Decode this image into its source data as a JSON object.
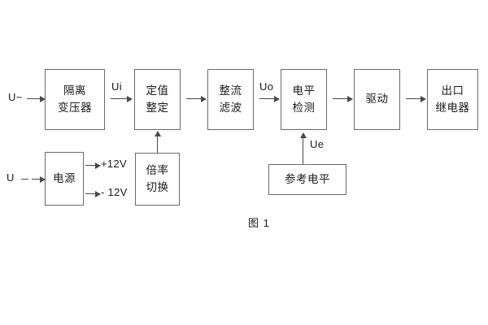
{
  "figure": {
    "caption": "图 1",
    "blocks": {
      "isolation_transformer": {
        "line1": "隔离",
        "line2": "变压器"
      },
      "setpoint_setting": {
        "line1": "定值",
        "line2": "整定"
      },
      "rectify_filter": {
        "line1": "整流",
        "line2": "滤波"
      },
      "level_detection": {
        "line1": "电平",
        "line2": "检测"
      },
      "drive": {
        "line1": "驱动"
      },
      "output_relay": {
        "line1": "出口",
        "line2": "继电器"
      },
      "power_supply": {
        "line1": "电源"
      },
      "multiplier_switch": {
        "line1": "倍率",
        "line2": "切换"
      },
      "reference_level": {
        "line1": "参考电平"
      }
    },
    "signals": {
      "input_ac": "U~",
      "input_dc": "U",
      "ui": "Ui",
      "uo": "Uo",
      "ue": "Ue",
      "rail_positive": "+12V",
      "rail_negative": "- 12V"
    },
    "colors": {
      "box_border": "#6b6b6b",
      "line": "#4a4a4a",
      "text": "#1a1a1a",
      "background": "#ffffff"
    }
  }
}
